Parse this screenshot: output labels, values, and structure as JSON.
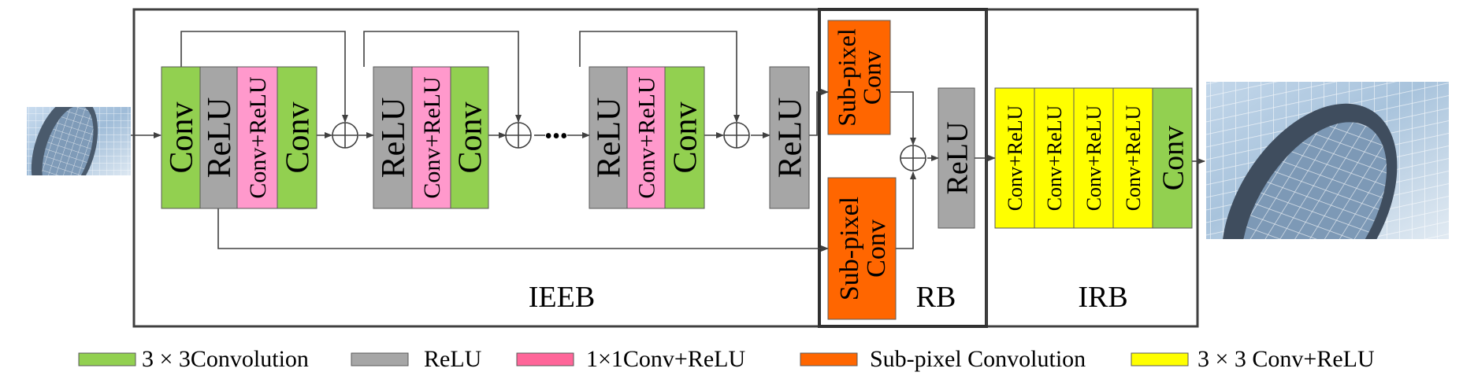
{
  "colors": {
    "conv": "#92d050",
    "relu": "#a6a6a6",
    "conv_relu_1x1": "#ff99cc",
    "subpixel": "#ff6600",
    "conv_relu_3x3": "#ffff00"
  },
  "blocks": {
    "conv": "Conv",
    "relu": "ReLU",
    "conv_relu": "Conv+ReLU",
    "subpixel_line1": "Sub-pixel",
    "subpixel_line2": "Conv"
  },
  "stage_labels": {
    "ieeb": "IEEB",
    "rb": "RB",
    "irb": "IRB"
  },
  "ellipsis": "•••",
  "legend": [
    {
      "color_key": "conv",
      "label": "3 × 3Convolution"
    },
    {
      "color_key": "relu",
      "label": "ReLU"
    },
    {
      "color_key": "conv_relu_1x1",
      "label": "1×1Conv+ReLU"
    },
    {
      "color_key": "subpixel",
      "label": "Sub-pixel Convolution"
    },
    {
      "color_key": "conv_relu_3x3",
      "label": "3 × 3 Conv+ReLU"
    }
  ]
}
